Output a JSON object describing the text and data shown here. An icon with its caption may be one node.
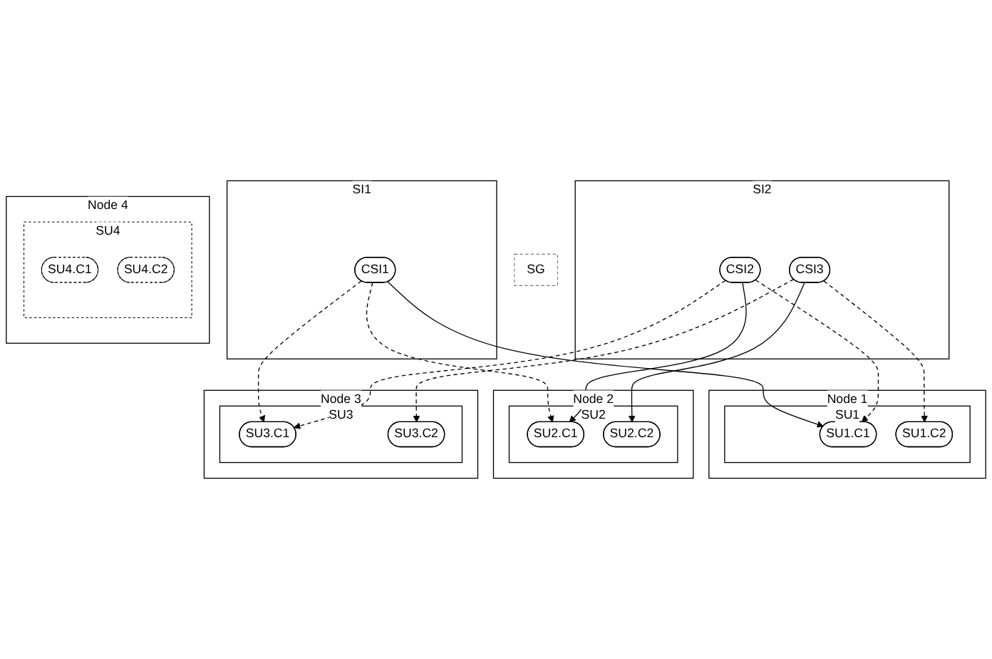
{
  "diagram": {
    "nodes": [
      {
        "text": [
          "SI1"
        ]
      },
      {
        "text": [
          "CSI1"
        ],
        "in": 0
      },
      {
        "text": [
          "SI2"
        ]
      },
      {
        "text": [
          "CSI2"
        ],
        "in": 2
      },
      {
        "text": [
          "CSI3"
        ],
        "in": 2
      },
      {
        "text": [
          "Node 1"
        ]
      },
      {
        "text": [
          "SU1"
        ],
        "in": 5
      },
      {
        "text": [
          "SU1.C1"
        ],
        "in": 6
      },
      {
        "text": [
          "SU1.C2"
        ],
        "in": 6
      },
      {
        "text": [
          "Node 2"
        ]
      },
      {
        "text": [
          "SU2"
        ],
        "in": 9
      },
      {
        "text": [
          "SU2.C1"
        ],
        "in": 10
      },
      {
        "text": [
          "SU2.C2"
        ],
        "in": 10
      },
      {
        "text": [
          "Node 3"
        ]
      },
      {
        "text": [
          "SU3"
        ],
        "in": 13
      },
      {
        "text": [
          "SU3.C1"
        ],
        "in": 14
      },
      {
        "text": [
          "SU3.C2"
        ],
        "in": 14
      },
      {
        "text": [
          "Node 4"
        ]
      },
      {
        "text": [
          "SU4"
        ],
        "in": 17
      },
      {
        "text": [
          "SU4.C1"
        ],
        "in": 18
      },
      {
        "text": [
          "SU4.C2"
        ],
        "in": 18
      },
      {
        "text": [
          "SG"
        ]
      }
    ],
    "edges": [
      {
        "from": 1,
        "to": 7,
        "arrow": "to"
      },
      {
        "from": 1,
        "to": 11,
        "arrow": "to",
        "style": "dashed"
      },
      {
        "from": 1,
        "to": 15,
        "arrow": "to",
        "style": "dashed"
      },
      {
        "from": 3,
        "to": 7,
        "arrow": "to",
        "style": "dashed"
      },
      {
        "from": 3,
        "to": 11,
        "arrow": "to"
      },
      {
        "from": 3,
        "to": 15,
        "arrow": "to",
        "style": "dashed"
      },
      {
        "from": 4,
        "to": 8,
        "arrow": "to",
        "style": "dashed"
      },
      {
        "from": 4,
        "to": 12,
        "arrow": "to"
      },
      {
        "from": 4,
        "to": 16,
        "arrow": "to",
        "style": "dashed"
      }
    ]
  }
}
